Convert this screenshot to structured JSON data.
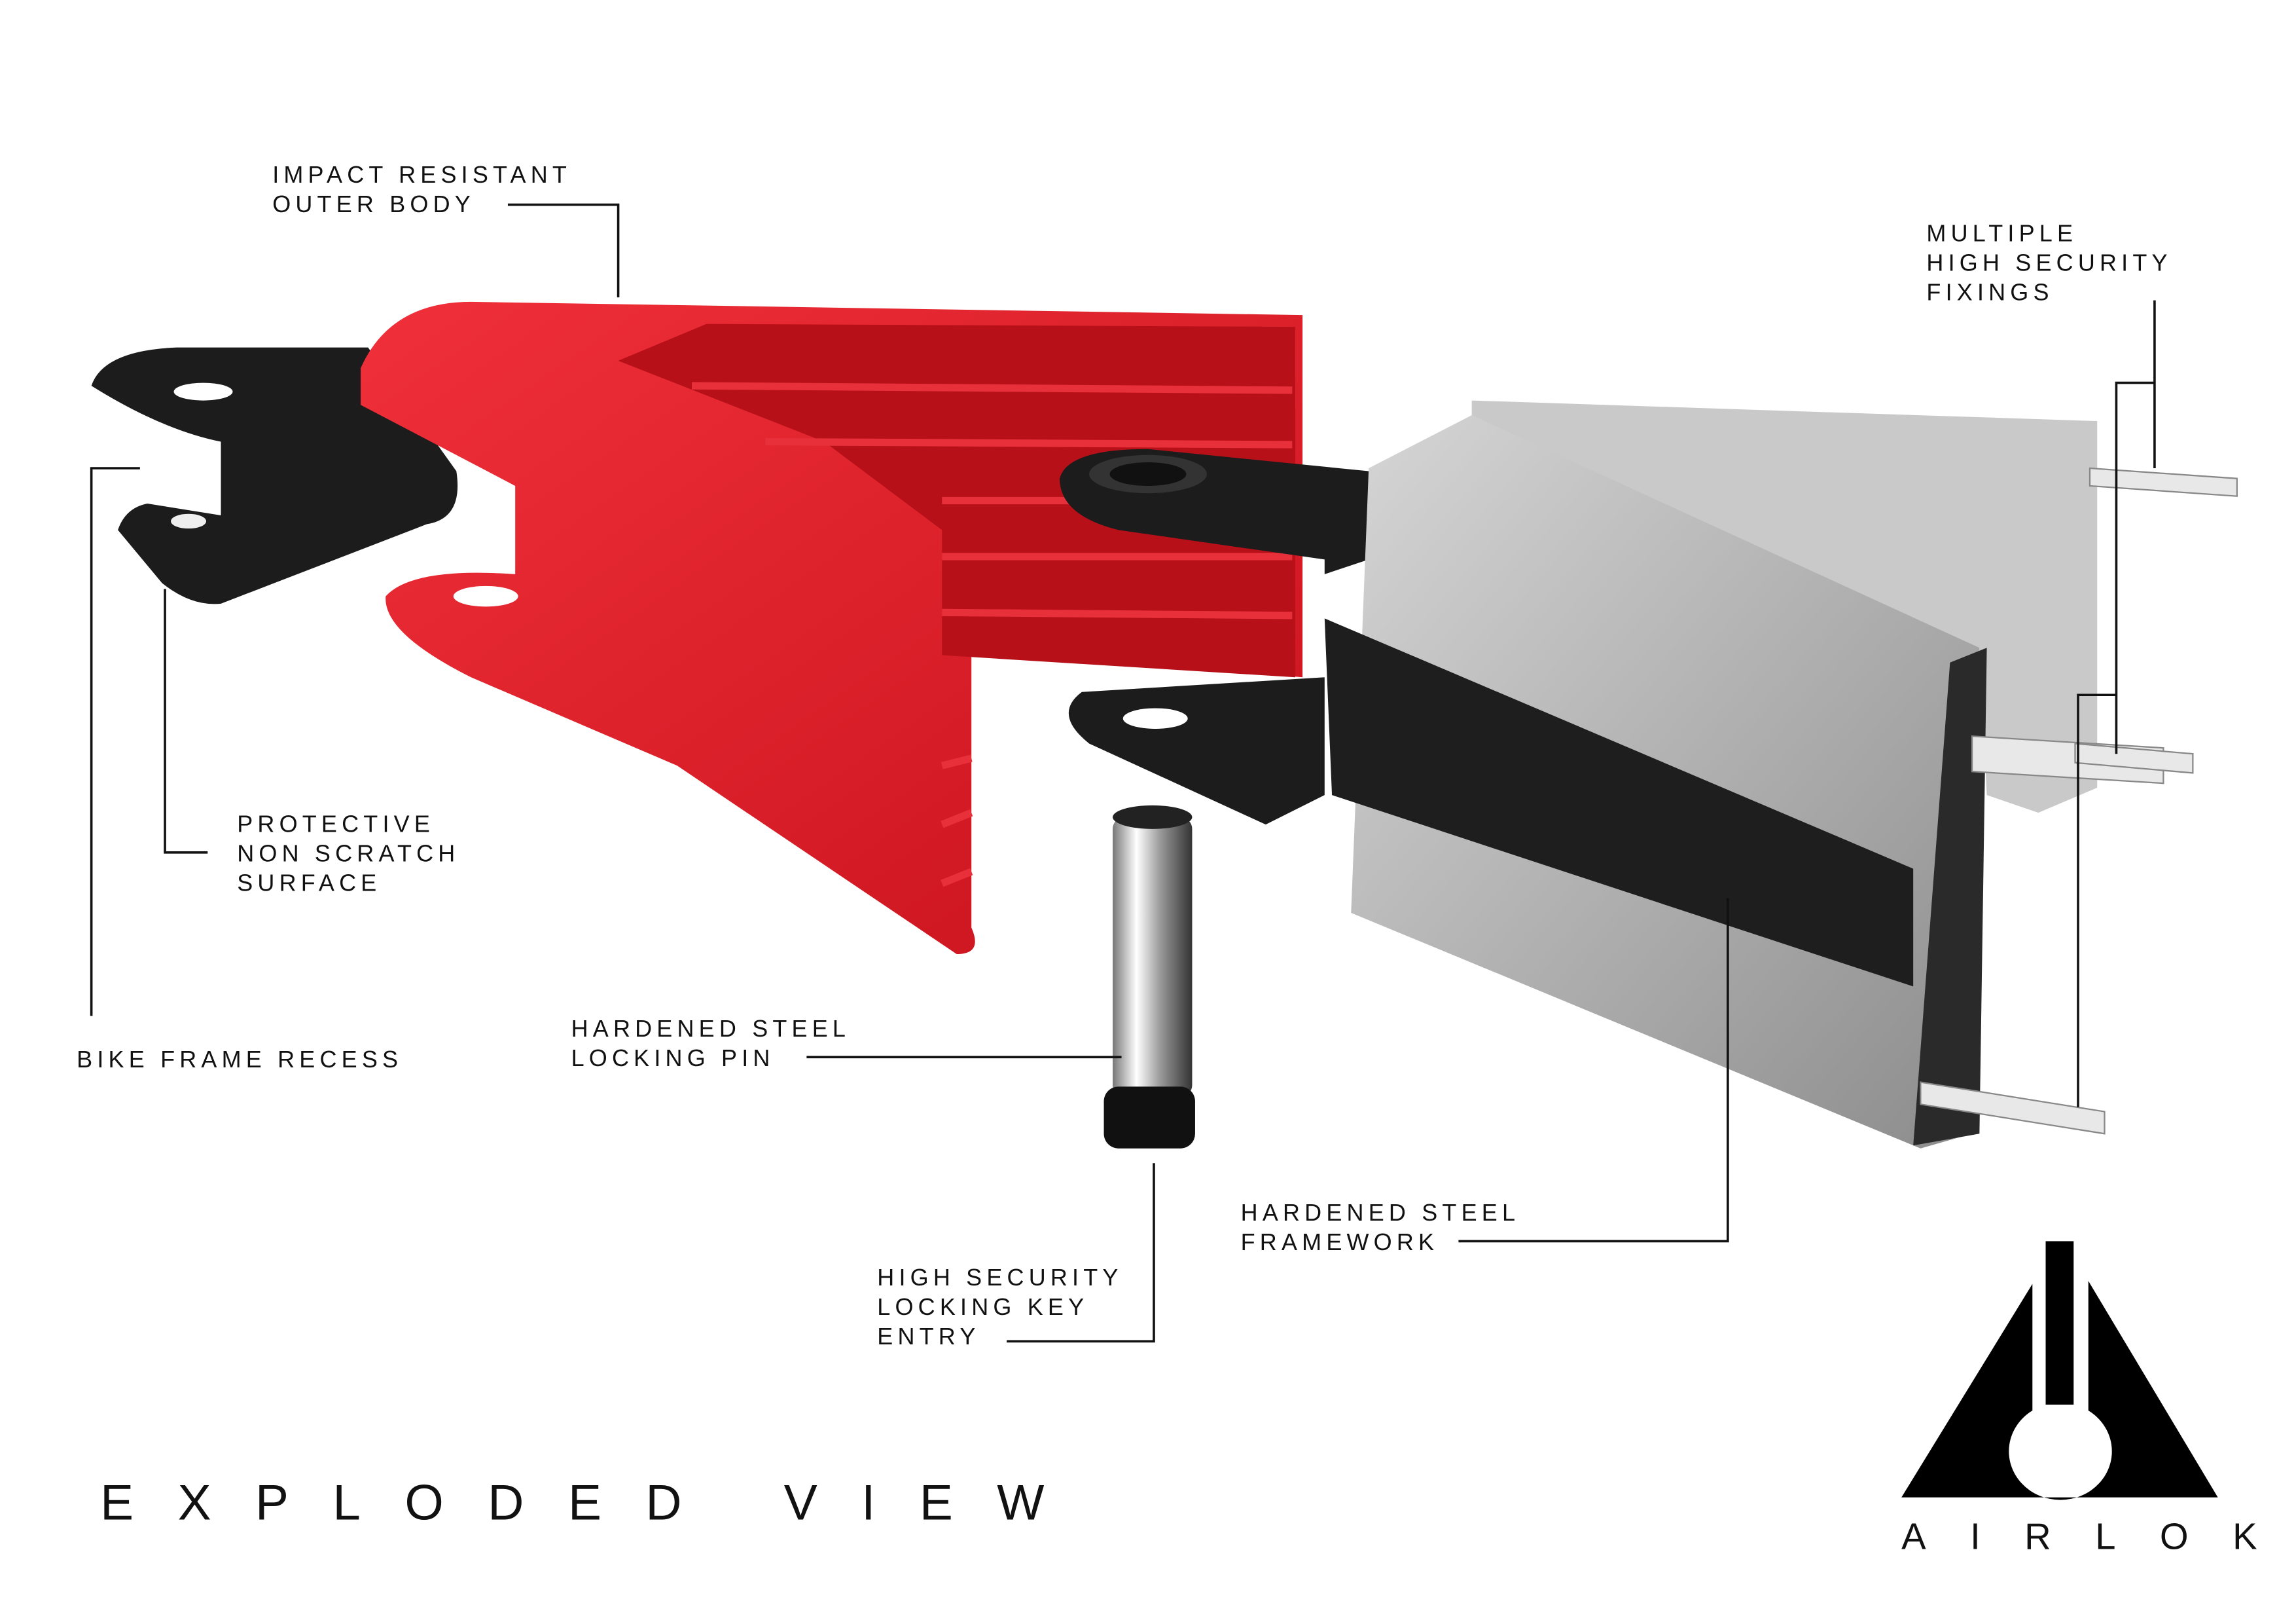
{
  "labels": {
    "outer_body": [
      "IMPACT RESISTANT",
      "OUTER BODY"
    ],
    "fixings": [
      "MULTIPLE",
      "HIGH SECURITY",
      "FIXINGS"
    ],
    "surface": [
      "PROTECTIVE",
      "NON SCRATCH",
      "SURFACE"
    ],
    "recess": [
      "BIKE FRAME RECESS"
    ],
    "pin": [
      "HARDENED STEEL",
      "LOCKING PIN"
    ],
    "key": [
      "HIGH SECURITY",
      "LOCKING KEY",
      "ENTRY"
    ],
    "framework": [
      "HARDENED STEEL",
      "FRAMEWORK"
    ]
  },
  "title": "EXPLODED VIEW",
  "brand": {
    "name": "AIRLOK"
  },
  "colors": {
    "body_red": "#e8202a",
    "bracket_black": "#1c1c1c",
    "steel": "#a9a9a9"
  }
}
